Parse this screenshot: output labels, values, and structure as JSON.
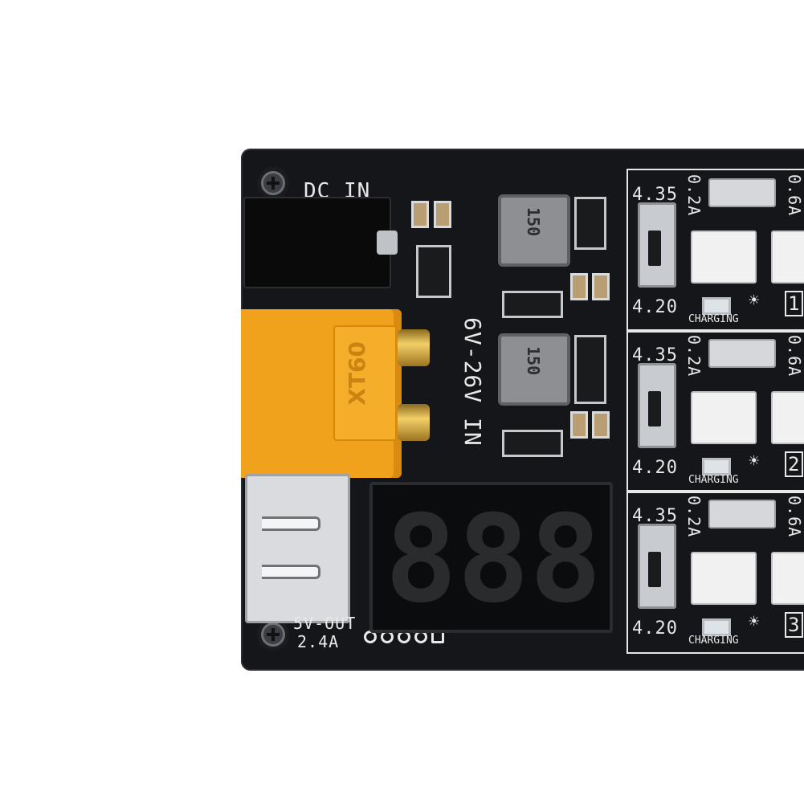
{
  "board": {
    "dc_in_label": "DC IN",
    "input_range_label": "6V-26V IN",
    "usb_out_label_line1": "5V-OUT",
    "usb_out_label_line2": "2.4A",
    "connector_label": "XT60",
    "inductor_marking": "150",
    "display_digits": [
      "8",
      "8",
      "8"
    ]
  },
  "channels": [
    {
      "num": "1",
      "v_high": "4.35",
      "v_low": "4.20",
      "i_low": "0.2A",
      "i_high": "0.6A",
      "status": "CHARGING"
    },
    {
      "num": "2",
      "v_high": "4.35",
      "v_low": "4.20",
      "i_low": "0.2A",
      "i_high": "0.6A",
      "status": "CHARGING"
    },
    {
      "num": "3",
      "v_high": "4.35",
      "v_low": "4.20",
      "i_low": "0.2A",
      "i_high": "0.6A",
      "status": "CHARGING"
    }
  ]
}
